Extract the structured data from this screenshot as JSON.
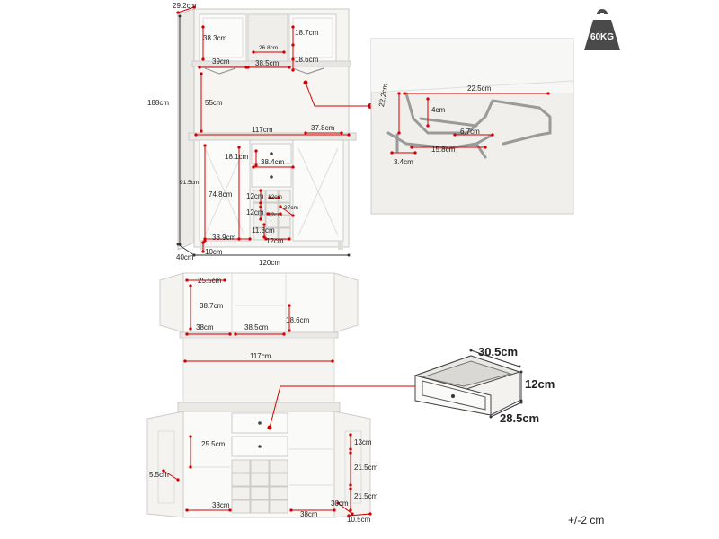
{
  "weight_badge": {
    "label": "60KG"
  },
  "tolerance": "+/-2 cm",
  "top_view_labels": {
    "depth_top": "29.2cm",
    "height_total": "188cm",
    "upper_cab_h": "38.3cm",
    "upper_shelf_w": "26.8cm",
    "upper_right_w": "18.7cm",
    "upper_left_w": "39cm",
    "upper_mid_w": "38.5cm",
    "upper_mid_h": "18.6cm",
    "hutch_open_h": "55cm",
    "counter_w": "117cm",
    "counter_d": "37.8cm",
    "drawer_h": "18.1cm",
    "drawer_w": "38.4cm",
    "base_h": "91.5cm",
    "base_door_h": "74.8cm",
    "wine_cell_h1": "12cm",
    "wine_cell_w1": "12cm",
    "wine_cell_h2": "12cm",
    "wine_cell_w2": "12cm",
    "wine_d": "37cm",
    "base_door_w": "38.9cm",
    "wine_bottom_h": "11.8cm",
    "wine_bottom_w": "12cm",
    "leg_h": "10cm",
    "base_depth": "40cm",
    "total_width": "120cm"
  },
  "rack_zoom_labels": {
    "rack_w": "22.5cm",
    "rack_h": "22.2cm",
    "rack_depth": "4cm",
    "slot_w": "6.7cm",
    "slot_gap": "15.8cm",
    "rail_w": "3.4cm"
  },
  "front_view_labels": {
    "upper_door_h": "25.5cm",
    "upper_cab_h": "38.7cm",
    "upper_mid_h": "18.6cm",
    "upper_left_w": "38cm",
    "upper_mid_w": "38.5cm",
    "hutch_w": "117cm",
    "base_shelf_h": "25.5cm",
    "door_shelf_h": "5.5cm",
    "base_left_w": "38cm",
    "base_right_w": "38cm",
    "right_shelf_1": "13cm",
    "right_shelf_2": "21.5cm",
    "right_shelf_3": "21.5cm",
    "right_d": "30cm",
    "door_d": "10.5cm"
  },
  "drawer_zoom_labels": {
    "drawer_w": "30.5cm",
    "drawer_h": "12cm",
    "drawer_d": "28.5cm"
  }
}
